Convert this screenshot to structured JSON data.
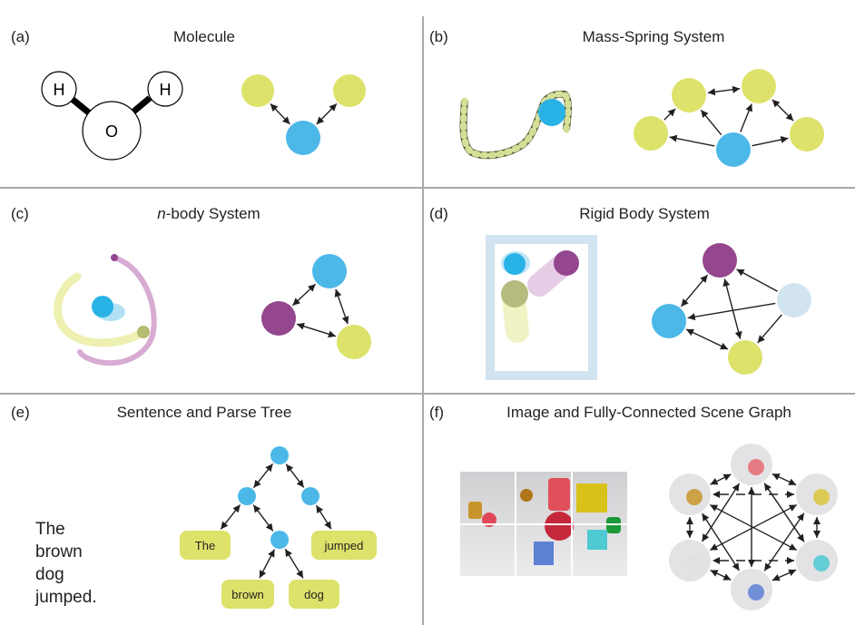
{
  "colors": {
    "yellow": "#dde26a",
    "blue": "#4cb8e8",
    "purple": "#94468f",
    "light_blue": "#d3e4f1",
    "divider": "#a7a9ac",
    "arrow": "#231f20"
  },
  "panels": [
    {
      "id": "a",
      "label": "(a)",
      "title": "Molecule",
      "atoms": [
        {
          "symbol": "H"
        },
        {
          "symbol": "H"
        },
        {
          "symbol": "O"
        }
      ],
      "graph_nodes": [
        "yellow",
        "yellow",
        "blue"
      ]
    },
    {
      "id": "b",
      "label": "(b)",
      "title": "Mass-Spring System",
      "graph_nodes": [
        "yellow",
        "yellow",
        "yellow",
        "yellow",
        "blue"
      ]
    },
    {
      "id": "c",
      "label": "(c)",
      "title_italic": "n",
      "title": "-body System",
      "graph_nodes": [
        "blue",
        "purple",
        "yellow"
      ]
    },
    {
      "id": "d",
      "label": "(d)",
      "title": "Rigid Body System",
      "graph_nodes": [
        "purple",
        "light_blue",
        "blue",
        "yellow"
      ]
    },
    {
      "id": "e",
      "label": "(e)",
      "title": "Sentence and Parse Tree",
      "sentence_line1": "The brown",
      "sentence_line2": "dog jumped.",
      "words": [
        "The",
        "brown",
        "dog",
        "jumped"
      ]
    },
    {
      "id": "f",
      "label": "(f)",
      "title": "Image and Fully-Connected Scene Graph",
      "image_grid": "2x3",
      "graph_nodes": 6
    }
  ]
}
